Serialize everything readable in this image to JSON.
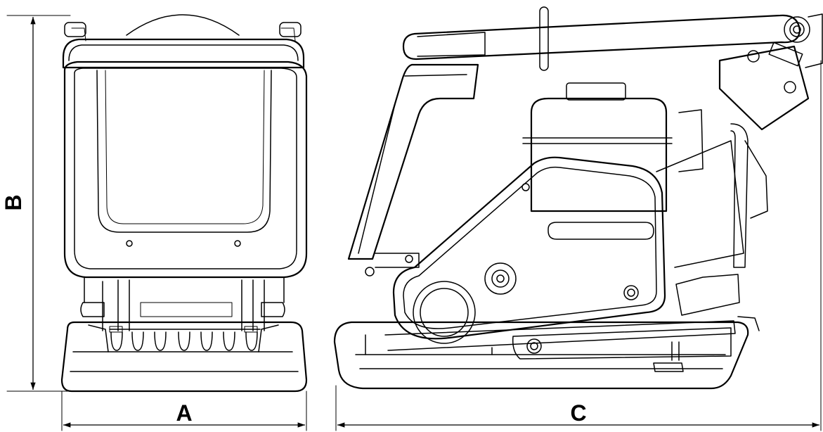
{
  "dimensions": {
    "width_label": "A",
    "height_label": "B",
    "length_label": "C"
  }
}
